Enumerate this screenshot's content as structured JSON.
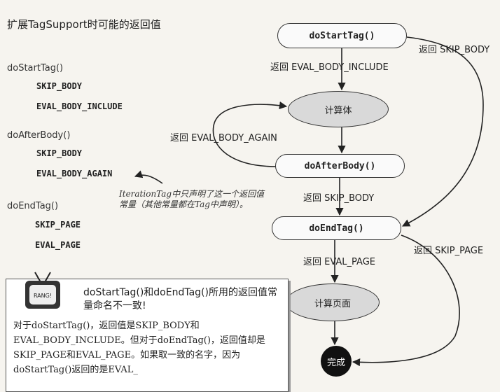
{
  "heading": "扩展TagSupport时可能的返回值",
  "methods": [
    {
      "name": "doStartTag()",
      "values": [
        "SKIP_BODY",
        "EVAL_BODY_INCLUDE"
      ]
    },
    {
      "name": "doAfterBody()",
      "values": [
        "SKIP_BODY",
        "EVAL_BODY_AGAIN"
      ]
    },
    {
      "name": "doEndTag()",
      "values": [
        "SKIP_PAGE",
        "EVAL_PAGE"
      ]
    }
  ],
  "handwritten_note": "IterationTag中只声明了这一个返回值常量（其他常量都在Tag中声明）。",
  "flow": {
    "nodes": {
      "start": "doStartTag()",
      "body": "计算体",
      "after": "doAfterBody()",
      "end": "doEndTag()",
      "page": "计算页面",
      "done": "完成"
    },
    "labels": {
      "start_to_body": "返回 EVAL_BODY_INCLUDE",
      "start_skip": "返回 SKIP_BODY",
      "again": "返回 EVAL_BODY_AGAIN",
      "after_skip": "返回 SKIP_BODY",
      "eval_page": "返回 EVAL_PAGE",
      "skip_page": "返回 SKIP_PAGE"
    }
  },
  "callout": {
    "tv_text": "RANG!",
    "title": "doStartTag()和doEndTag()所用的返回值常量命名不一致!",
    "body": "对于doStartTag()，返回值是SKIP_BODY和EVAL_BODY_INCLUDE。但对于doEndTag()，返回值却是SKIP_PAGE和EVAL_PAGE。如果取一致的名字，因为doStartTag()返回的是EVAL_"
  }
}
